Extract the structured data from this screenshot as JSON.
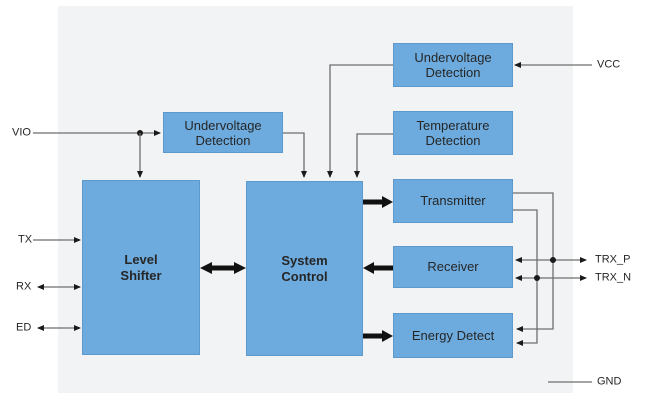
{
  "diagram_type": "transceiver-functional-block-diagram",
  "colors": {
    "block_fill": "#6dabde",
    "chip_background": "#f2f3f5",
    "thin_line": "#6e6e6e",
    "arrowhead": "#1a1a1a",
    "text": "#262626",
    "page_background": "#ffffff"
  },
  "blocks": {
    "uv_left": {
      "line1": "Undervoltage",
      "line2": "Detection"
    },
    "uv_top": {
      "line1": "Undervoltage",
      "line2": "Detection"
    },
    "temp": {
      "line1": "Temperature",
      "line2": "Detection"
    },
    "level_shifter": {
      "line1": "Level",
      "line2": "Shifter"
    },
    "system_control": {
      "line1": "System",
      "line2": "Control"
    },
    "transmitter": {
      "line1": "Transmitter"
    },
    "receiver": {
      "line1": "Receiver"
    },
    "energy_detect": {
      "line1": "Energy Detect"
    }
  },
  "pins": {
    "vio": "VIO",
    "tx": "TX",
    "rx": "RX",
    "ed": "ED",
    "vcc": "VCC",
    "trx_p": "TRX_P",
    "trx_n": "TRX_N",
    "gnd": "GND"
  }
}
